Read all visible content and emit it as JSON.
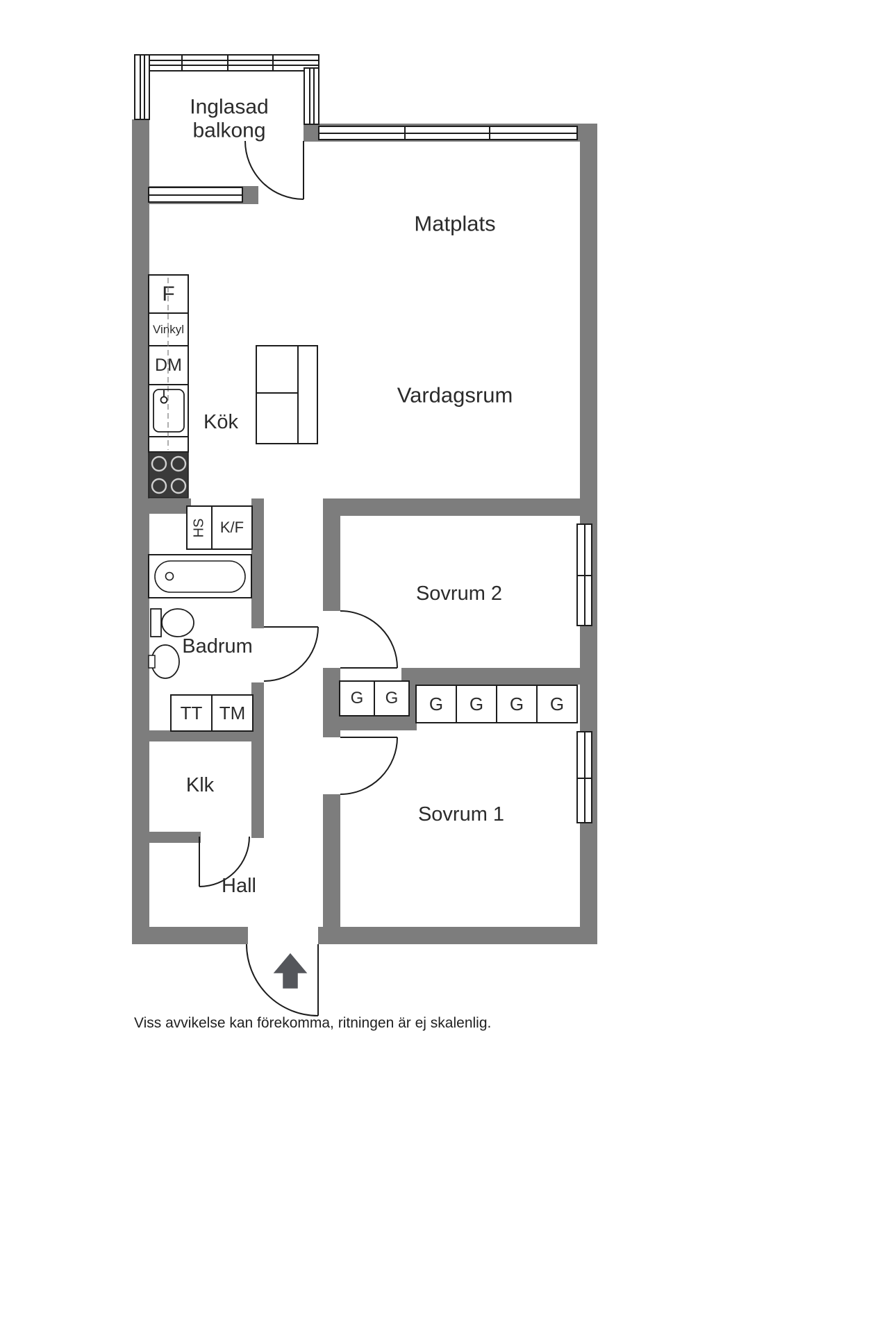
{
  "rooms": {
    "balcony1": "Inglasad",
    "balcony2": "balkong",
    "matplats": "Matplats",
    "vardagsrum": "Vardagsrum",
    "kok": "Kök",
    "badrum": "Badrum",
    "klk": "Klk",
    "hall": "Hall",
    "sovrum2": "Sovrum 2",
    "sovrum1": "Sovrum 1"
  },
  "fixtures": {
    "freezer": "F",
    "wine": "Vinkyl",
    "dishwasher": "DM",
    "cabinet": "HS",
    "fridge": "K/F",
    "dryer": "TT",
    "washer": "TM"
  },
  "wardrobes": {
    "sovrum2": [
      "G",
      "G"
    ],
    "sovrum1": [
      "G",
      "G",
      "G",
      "G"
    ]
  },
  "footer": {
    "disclaimer": "Viss avvikelse kan förekomma, ritningen är ej skalenlig."
  },
  "colors": {
    "wall": "#7d7d7d",
    "line": "#1c1c1c",
    "stove": "#3a3a3a",
    "arrow": "#54565b",
    "text": "#2b2b2b"
  }
}
